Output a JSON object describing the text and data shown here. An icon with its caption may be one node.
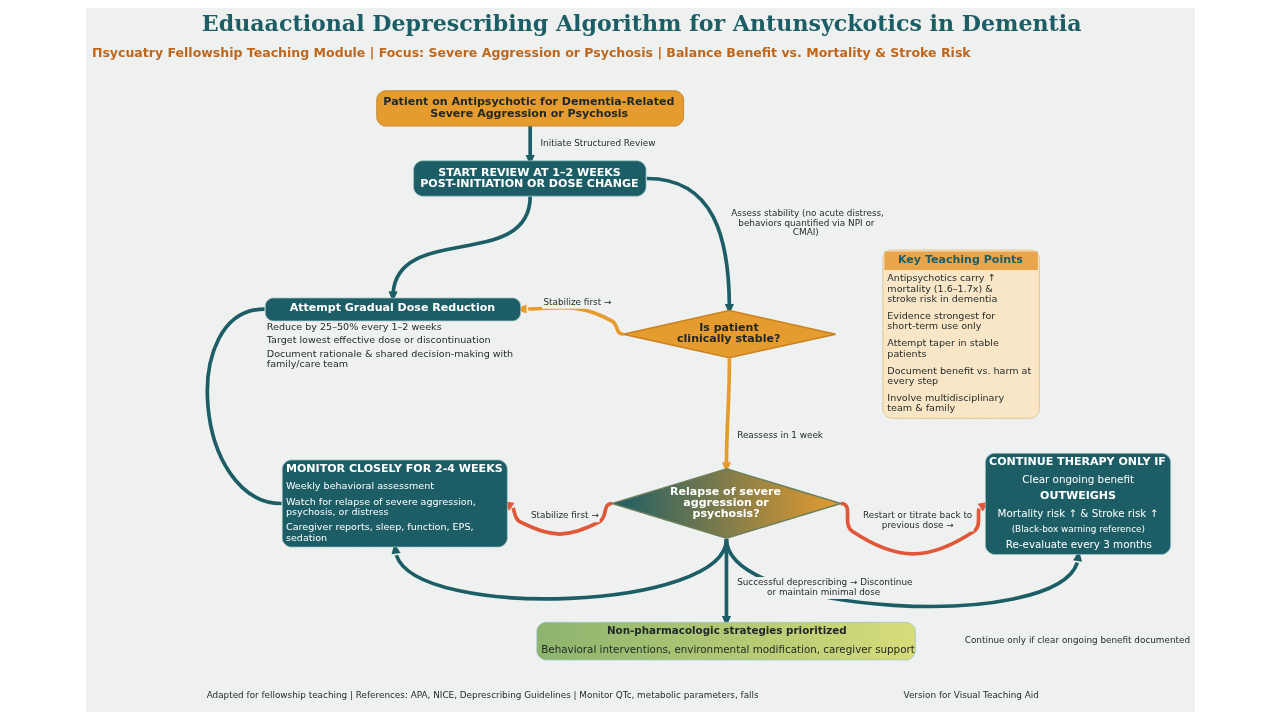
{
  "diagram": {
    "title": "Eduaactional Deprescribing Algorithm for Antunsyckotics in Dementia",
    "nodes": [
      {
        "text": [
          "Patient on Antipsychotic for Dementia-Related Severe Aggression or Psychosis"
        ]
      },
      {
        "text": [
          "START REVIEW AT 1–2 WEEKS POST-INITIATION OR DOSE CHANGE"
        ]
      },
      {
        "text": [
          "Is patient clinically stable?"
        ]
      },
      {
        "text": [
          "Attempt Gradual Dose Reduction"
        ],
        "beside": [
          "Reduce by 25–50% every 1–2 weeks",
          "Target lowest effective dose or discontinuation",
          "Document rationale & shared decision-making with family/care team"
        ]
      },
      {
        "text": [
          "Relapse of severe aggression or psychosis?"
        ]
      },
      {
        "text": [
          "MONITOR CLOSELY FOR 2-4 WEEKS",
          "Weekly behavioral assessment",
          "Watch for relapse of severe aggression, psychosis, or distress",
          "Caregiver reports, sleep, function, EPS, sedation"
        ]
      },
      {
        "text": [
          "CONTINUE THERAPY ONLY IF",
          "Clear ongoing benefit",
          "OUTWEIGHS",
          "Mortality risk ↑ & Stroke risk ↑",
          "(Black-box warning reference)",
          "Re-evaluate every 3 months"
        ]
      },
      {
        "text": [
          "Key Teaching Points",
          "Antipsychotics carry ↑ mortality (1.6–1.7x) & stroke risk in dementia",
          "Evidence strongest for short-term use only",
          "Attempt taper in stable patients",
          "Document benefit vs. harm at every step",
          "Involve multidisciplinary team & family"
        ]
      },
      {
        "text": [
          "Non-pharmacologic strategies prioritized",
          "Behavioral interventions, environmental modification, caregiver support"
        ]
      }
    ],
    "edges": [
      {
        "from": 0,
        "to": 1,
        "arrow": "to",
        "label": "Initiate Structured Review"
      },
      {
        "from": 1,
        "to": 2,
        "arrow": "to",
        "label": "Assess stability (no acute distress, behaviors quantified via NPI or CMAI)"
      },
      {
        "from": 1,
        "to": 3,
        "arrow": "to"
      },
      {
        "from": 2,
        "to": 3,
        "arrow": "to",
        "label": "Stabilize first →",
        "color": "#e69b2e"
      },
      {
        "from": 2,
        "to": 4,
        "arrow": "to",
        "label": "Reassess in 1 week",
        "color": "#e69b2e"
      },
      {
        "from": 3,
        "to": 5,
        "arrow": "none"
      },
      {
        "from": 4,
        "to": 5,
        "arrow": "to",
        "label": "Stabilize first →",
        "color": "#e0573a"
      },
      {
        "from": 4,
        "to": 6,
        "arrow": "to",
        "label": "Restart or titrate back to previous dose →",
        "color": "#e0573a"
      },
      {
        "from": 4,
        "to": 5,
        "arrow": "to"
      },
      {
        "from": 4,
        "to": 8,
        "arrow": "to",
        "label": "Successful deprescribing → Discontinue or maintain minimal dose"
      },
      {
        "from": 4,
        "to": 6,
        "arrow": "to"
      }
    ],
    "labels": [
      "Пsycuatry Fellowship Teaching Module | Focus: Severe Aggression or Psychosis | Balance Benefit vs. Mortality & Stroke Risk",
      "Continue only if clear ongoing benefit documented",
      "Adapted for fellowship teaching | References: APA, NICE, Deprescribing Guidelines | Monitor QTc, metabolic parameters, falls",
      "Version for Visual Teaching Aid"
    ]
  }
}
